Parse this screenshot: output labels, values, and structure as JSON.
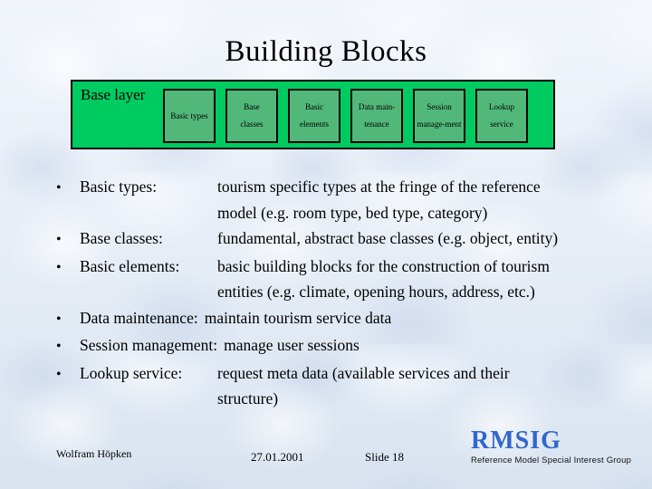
{
  "slide": {
    "title": "Building Blocks",
    "diagram": {
      "container_label": "Base layer",
      "blocks": [
        {
          "label": "Basic types"
        },
        {
          "label": "Base\nclasses"
        },
        {
          "label": "Basic\nelements"
        },
        {
          "label": "Data main-\ntenance"
        },
        {
          "label": "Session\nmanage-ment"
        },
        {
          "label": "Lookup\nservice"
        }
      ]
    },
    "bullets": [
      {
        "label": "Basic types:",
        "desc": "tourism specific types at the fringe of the reference\nmodel (e.g. room type, bed type, category)"
      },
      {
        "label": "Base classes:",
        "desc": "fundamental, abstract base classes (e.g. object, entity)"
      },
      {
        "label": "Basic elements:",
        "desc": "basic building blocks for the construction of tourism\nentities (e.g. climate, opening hours, address, etc.)"
      },
      {
        "label": "Data maintenance:",
        "desc": "maintain tourism service data"
      },
      {
        "label": "Session management:",
        "desc": "manage user sessions"
      },
      {
        "label": "Lookup service:",
        "desc": "request meta data (available services and their\nstructure)"
      }
    ],
    "footer": {
      "author": "Wolfram Höpken",
      "date": "27.01.2001",
      "slide_number": "Slide 18",
      "logo": "RMSIG",
      "logo_sub": "Reference Model Special Interest Group"
    }
  },
  "colors": {
    "outer_green": "#00cb60",
    "inner_green": "#52b87a",
    "logo_blue": "#3366cc"
  }
}
